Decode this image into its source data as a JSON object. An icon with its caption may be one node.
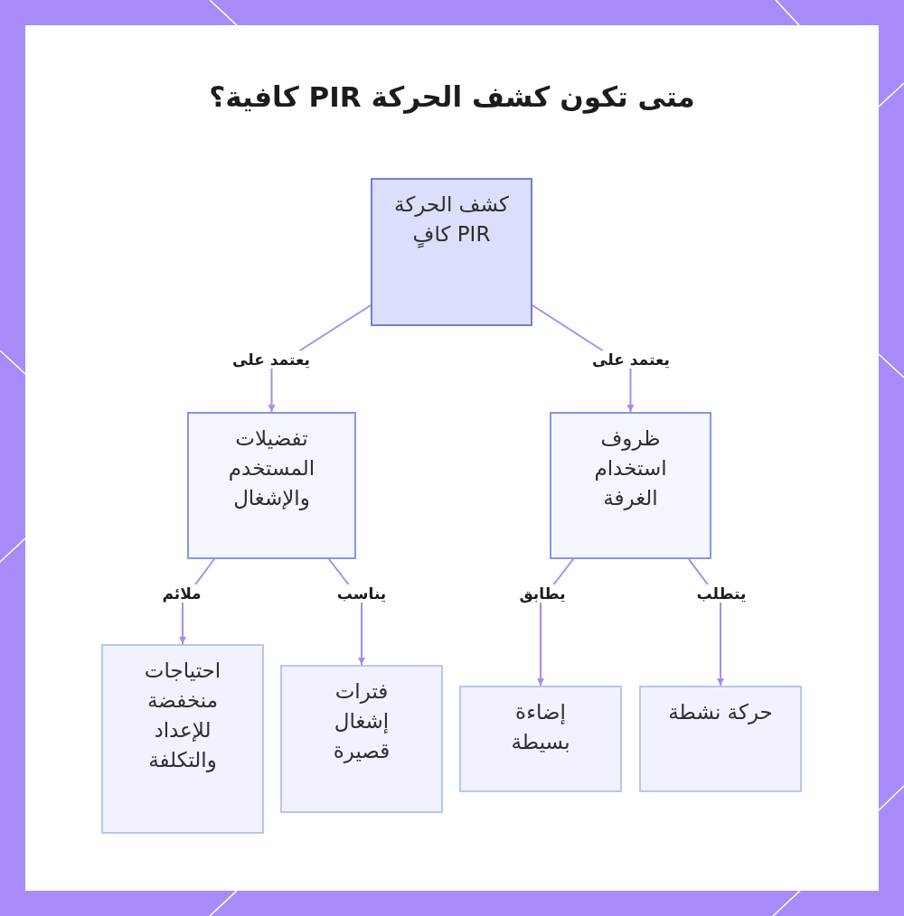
{
  "diagram": {
    "title": "متى تكون كشف الحركة PIR كافية؟",
    "nodes": [
      {
        "text": [
          "كشف الحركة PIR كافٍ"
        ]
      },
      {
        "text": [
          "تفضيلات المستخدم والإشغال"
        ]
      },
      {
        "text": [
          "ظروف استخدام الغرفة"
        ]
      },
      {
        "text": [
          "احتياجات منخفضة للإعداد والتكلفة"
        ]
      },
      {
        "text": [
          "فترات إشغال قصيرة"
        ]
      },
      {
        "text": [
          "إضاءة بسيطة"
        ]
      },
      {
        "text": [
          "حركة نشطة"
        ]
      }
    ],
    "edges": [
      {
        "from": 0,
        "to": 1,
        "arrow": "to",
        "label": "يعتمد على"
      },
      {
        "from": 0,
        "to": 2,
        "arrow": "to",
        "label": "يعتمد على"
      },
      {
        "from": 1,
        "to": 3,
        "arrow": "to",
        "label": "ملائم"
      },
      {
        "from": 1,
        "to": 4,
        "arrow": "to",
        "label": "يناسب"
      },
      {
        "from": 2,
        "to": 5,
        "arrow": "to",
        "label": "يطابق"
      },
      {
        "from": 2,
        "to": 6,
        "arrow": "to",
        "label": "يتطلب"
      }
    ]
  }
}
